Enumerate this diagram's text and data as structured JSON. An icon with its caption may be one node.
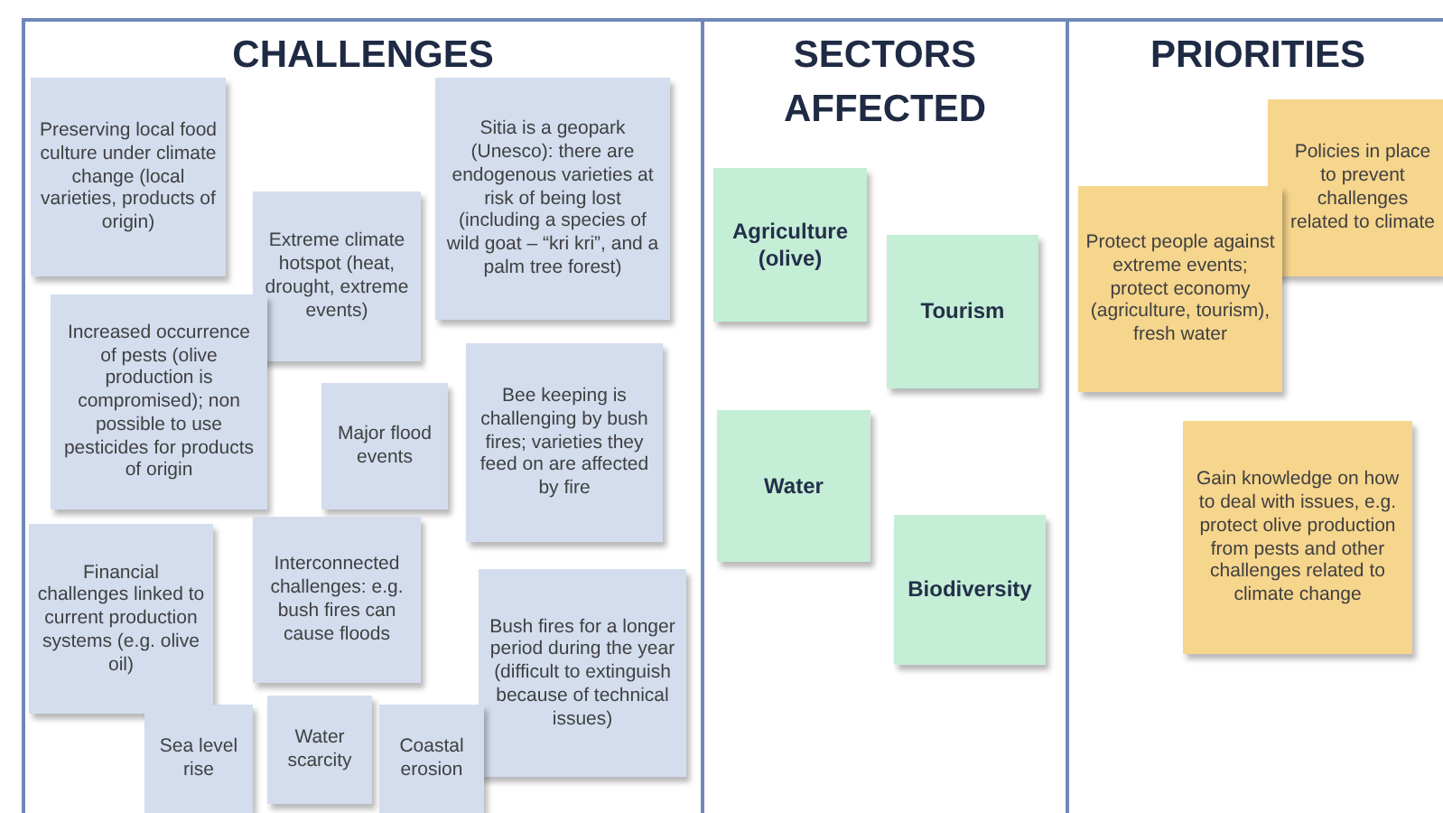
{
  "diagram": {
    "nodes": [
      {
        "text": [
          "CHALLENGES"
        ]
      },
      {
        "text": [
          "Preserving local food culture under climate change (local varieties, products of origin)"
        ],
        "in": 0
      },
      {
        "text": [
          "Sitia is a geopark (Unesco): there are endogenous varieties at risk of being lost (including a species of wild goat – “kri kri”, and a palm tree forest)"
        ],
        "in": 0
      },
      {
        "text": [
          "Extreme climate hotspot (heat, drought, extreme events)"
        ],
        "in": 0
      },
      {
        "text": [
          "Increased occurrence of pests (olive production is compromised); non possible to use pesticides for products of origin"
        ],
        "in": 0
      },
      {
        "text": [
          "Bee keeping is challenging by bush fires; varieties they feed on are affected by fire"
        ],
        "in": 0
      },
      {
        "text": [
          "Major flood events"
        ],
        "in": 0
      },
      {
        "text": [
          "Interconnected challenges: e.g. bush fires can cause floods"
        ],
        "in": 0
      },
      {
        "text": [
          "Financial challenges linked to current production systems (e.g. olive oil)"
        ],
        "in": 0
      },
      {
        "text": [
          "Bush fires for a longer period during the year (difficult to extinguish because of technical issues)"
        ],
        "in": 0
      },
      {
        "text": [
          "Water scarcity"
        ],
        "in": 0
      },
      {
        "text": [
          "Sea level rise"
        ],
        "in": 0
      },
      {
        "text": [
          "Coastal erosion"
        ],
        "in": 0
      },
      {
        "text": [
          "SECTORS AFFECTED"
        ]
      },
      {
        "text": [
          "Agriculture (olive)"
        ],
        "in": 13
      },
      {
        "text": [
          "Tourism"
        ],
        "in": 13
      },
      {
        "text": [
          "Water"
        ],
        "in": 13
      },
      {
        "text": [
          "Biodiversity"
        ],
        "in": 13
      },
      {
        "text": [
          "PRIORITIES"
        ]
      },
      {
        "text": [
          "Policies in place to prevent challenges related to climate"
        ],
        "in": 18
      },
      {
        "text": [
          "Protect people against extreme events; protect economy (agriculture, tourism), fresh water"
        ],
        "in": 18
      },
      {
        "text": [
          "Gain knowledge on how to deal with issues, e.g. protect olive production from pests and other challenges related to climate change"
        ],
        "in": 18
      }
    ]
  }
}
